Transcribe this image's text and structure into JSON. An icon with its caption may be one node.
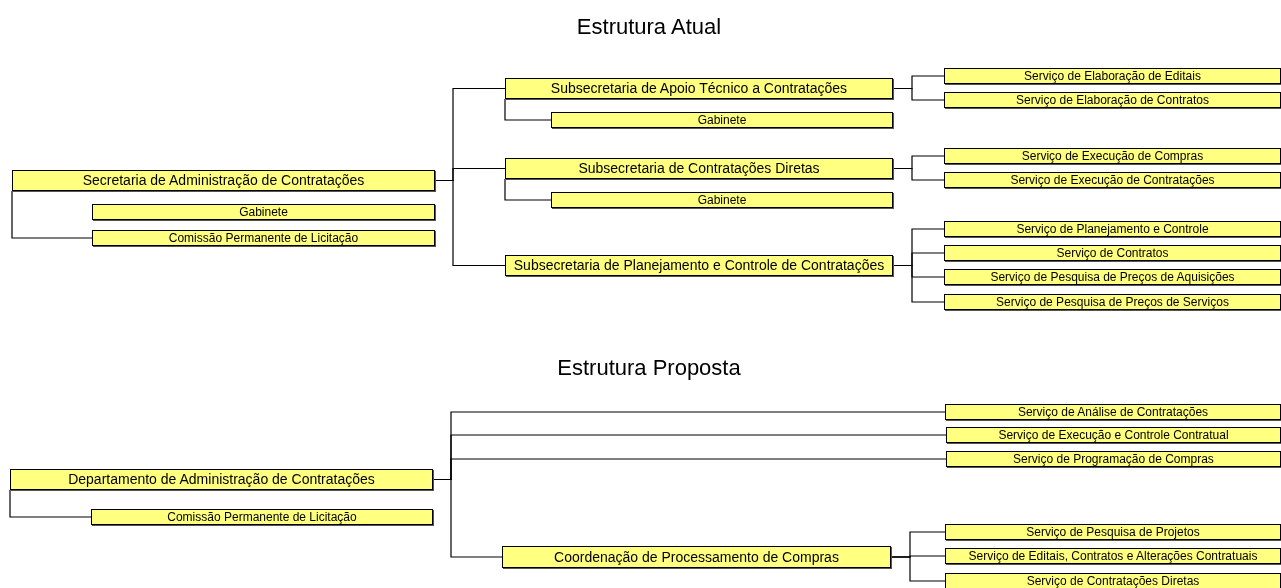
{
  "diagram": {
    "nodes": [
      {
        "text": [
          "Secretaria de Administração de Contratações"
        ]
      },
      {
        "text": [
          "Gabinete"
        ]
      },
      {
        "text": [
          "Comissão Permanente de Licitação"
        ]
      },
      {
        "text": [
          "Subsecretaria de Apoio Técnico a Contratações"
        ]
      },
      {
        "text": [
          "Gabinete"
        ]
      },
      {
        "text": [
          "Serviço de Elaboração de Editais"
        ]
      },
      {
        "text": [
          "Serviço de Elaboração de Contratos"
        ]
      },
      {
        "text": [
          "Subsecretaria de Contratações Diretas"
        ]
      },
      {
        "text": [
          "Gabinete"
        ]
      },
      {
        "text": [
          "Serviço de Execução de Compras"
        ]
      },
      {
        "text": [
          "Serviço de Execução de Contratações"
        ]
      },
      {
        "text": [
          "Subsecretaria de Planejamento e Controle de Contratações"
        ]
      },
      {
        "text": [
          "Serviço de Planejamento e Controle"
        ]
      },
      {
        "text": [
          "Serviço de Contratos"
        ]
      },
      {
        "text": [
          "Serviço de Pesquisa de Preços de Aquisições"
        ]
      },
      {
        "text": [
          "Serviço de Pesquisa de Preços de Serviços"
        ]
      },
      {
        "text": [
          "Departamento de Administração de Contratações"
        ]
      },
      {
        "text": [
          "Comissão Permanente de Licitação"
        ]
      },
      {
        "text": [
          "Serviço de Análise de Contratações"
        ]
      },
      {
        "text": [
          "Serviço de Execução e Controle Contratual"
        ]
      },
      {
        "text": [
          "Serviço de Programação de Compras"
        ]
      },
      {
        "text": [
          "Coordenação de Processamento de Compras"
        ]
      },
      {
        "text": [
          "Serviço de Pesquisa de Projetos"
        ]
      },
      {
        "text": [
          "Serviço de Editais, Contratos e Alterações Contratuais"
        ]
      },
      {
        "text": [
          "Serviço de Contratações Diretas"
        ]
      }
    ],
    "edges": [
      {
        "from": 0,
        "to": 3,
        "arrow": "none"
      },
      {
        "from": 0,
        "to": 7,
        "arrow": "none"
      },
      {
        "from": 0,
        "to": 11,
        "arrow": "none"
      },
      {
        "from": 0,
        "to": 2,
        "arrow": "none"
      },
      {
        "from": 3,
        "to": 4,
        "arrow": "none"
      },
      {
        "from": 3,
        "to": 5,
        "arrow": "none"
      },
      {
        "from": 3,
        "to": 6,
        "arrow": "none"
      },
      {
        "from": 7,
        "to": 8,
        "arrow": "none"
      },
      {
        "from": 7,
        "to": 9,
        "arrow": "none"
      },
      {
        "from": 7,
        "to": 10,
        "arrow": "none"
      },
      {
        "from": 11,
        "to": 12,
        "arrow": "none"
      },
      {
        "from": 11,
        "to": 13,
        "arrow": "none"
      },
      {
        "from": 11,
        "to": 14,
        "arrow": "none"
      },
      {
        "from": 11,
        "to": 15,
        "arrow": "none"
      },
      {
        "from": 16,
        "to": 18,
        "arrow": "none"
      },
      {
        "from": 16,
        "to": 19,
        "arrow": "none"
      },
      {
        "from": 16,
        "to": 20,
        "arrow": "none"
      },
      {
        "from": 16,
        "to": 21,
        "arrow": "none"
      },
      {
        "from": 16,
        "to": 17,
        "arrow": "none"
      },
      {
        "from": 21,
        "to": 22,
        "arrow": "none"
      },
      {
        "from": 21,
        "to": 23,
        "arrow": "none"
      },
      {
        "from": 21,
        "to": 24,
        "arrow": "none"
      }
    ],
    "labels": [
      "Estrutura Atual",
      "Estrutura Proposta"
    ]
  }
}
